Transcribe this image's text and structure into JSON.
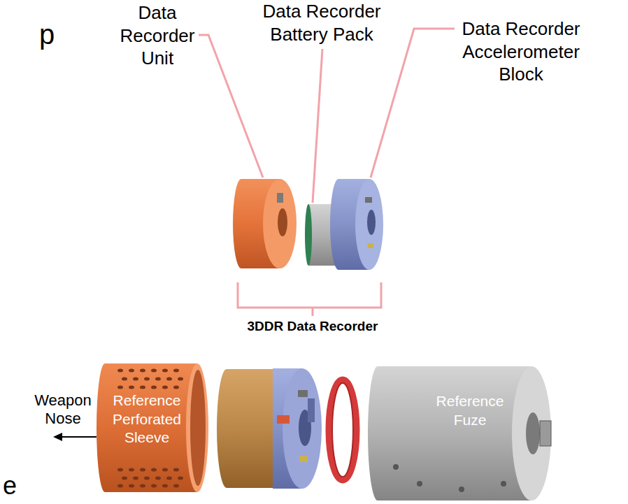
{
  "diagram": {
    "nodes": [
      {
        "text": [
          "Reference Perforated Sleeve"
        ]
      },
      {
        "text": [
          "Reference Fuze"
        ]
      }
    ],
    "labels": [
      "p",
      "Data Recorder Unit",
      "Data Recorder Battery Pack",
      "Data Recorder Accelerometer Block",
      "3DDR Data Recorder",
      "Weapon Nose",
      "e"
    ]
  }
}
